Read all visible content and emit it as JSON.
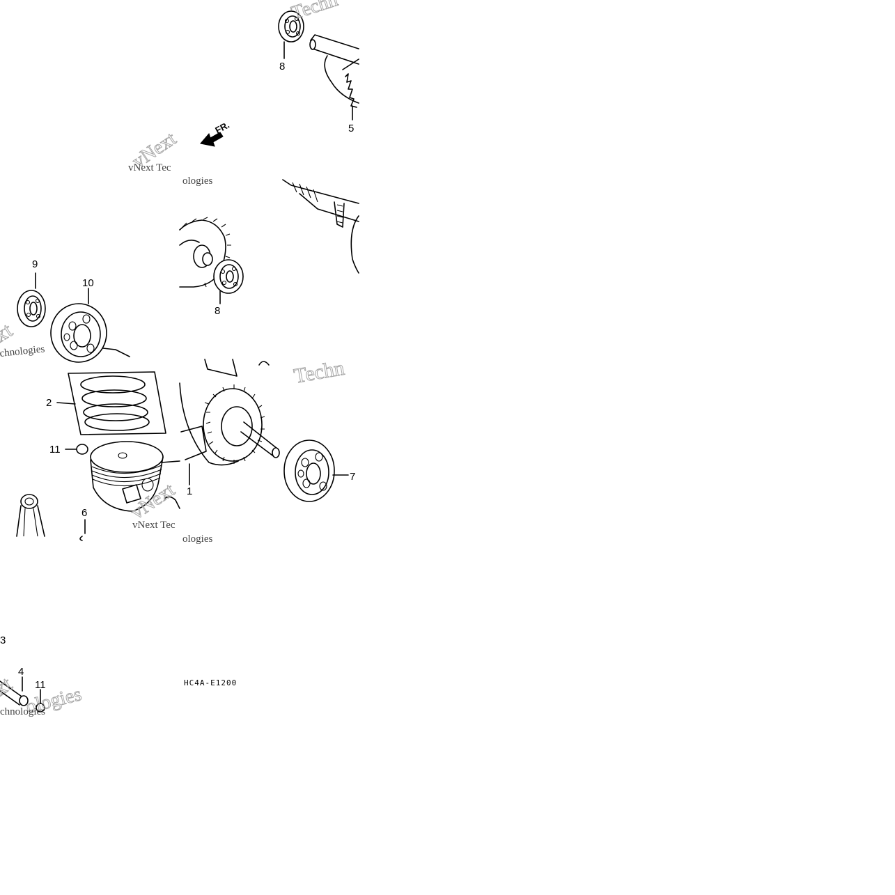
{
  "diagram": {
    "drawing_code": "HC4A-E1200",
    "direction_label": "FR.",
    "watermark": {
      "brand_a": "vNext",
      "brand_b": "Technologies",
      "fragment_tec": "vNext Tec",
      "fragment_ologies": "ologies",
      "fragment_techn": "Techn",
      "fragment_chnologies": "chnologies",
      "fragment_ext": "xt"
    },
    "callouts": {
      "c8a": "8",
      "c5": "5",
      "c9": "9",
      "c10": "10",
      "c8b": "8",
      "c2": "2",
      "c11a": "11",
      "c6": "6",
      "c1": "1",
      "c7": "7",
      "c3": "3",
      "c4": "4",
      "c11b": "11"
    }
  }
}
